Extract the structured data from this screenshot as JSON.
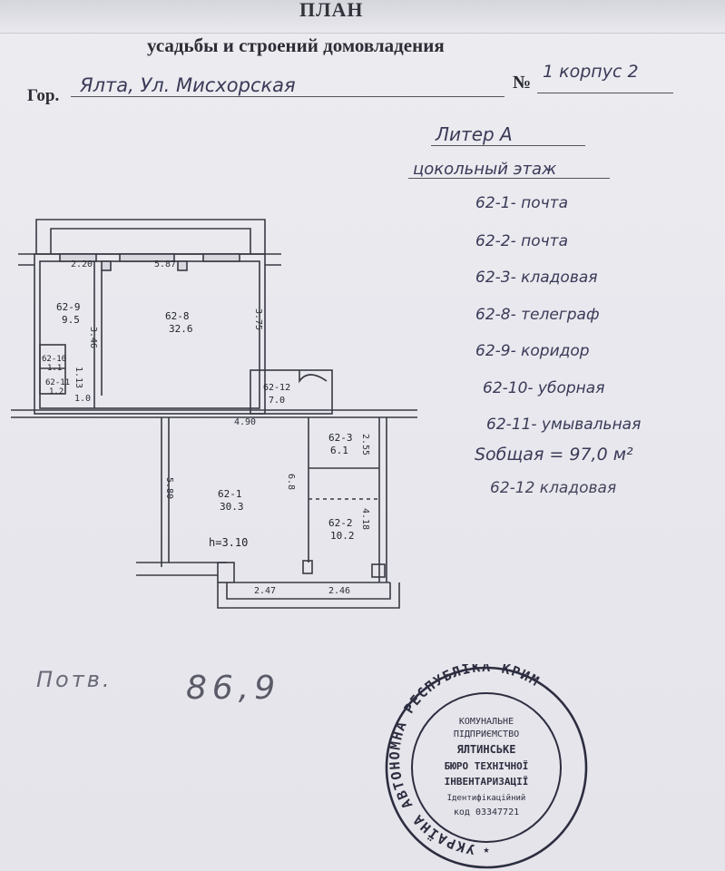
{
  "header": {
    "title": "ПЛАН",
    "subtitle": "усадьбы и строений домовладения",
    "city_label": "Гор.",
    "address": "Ялта, Ул. Мисхорская",
    "number_sign": "№",
    "number": "1 корпус 2"
  },
  "legend": {
    "liter": "Литер А",
    "floor": "цокольный этаж",
    "rooms": [
      "62-1- почта",
      "62-2- почта",
      "62-3- кладовая",
      "62-8- телеграф",
      "62-9- коридор",
      "62-10- уборная",
      "62-11- умывальная"
    ],
    "total": "Sобщая = 97,0 м²",
    "extra": "62-12 кладовая"
  },
  "plan": {
    "rooms": [
      {
        "id": "62-9",
        "area": "9.5"
      },
      {
        "id": "62-8",
        "area": "32.6"
      },
      {
        "id": "62-10",
        "area": "1.1"
      },
      {
        "id": "62-11",
        "area": "1.2"
      },
      {
        "id": "62-12",
        "area": "7.0"
      },
      {
        "id": "62-3",
        "area": "6.1"
      },
      {
        "id": "62-1",
        "area": "30.3"
      },
      {
        "id": "62-2",
        "area": "10.2"
      }
    ],
    "dimensions": [
      "2.20",
      "5.87",
      "3.46",
      "3.75",
      "1.0",
      "1.13",
      "4.90",
      "2.55",
      "5.80",
      "6.8",
      "4.18",
      "2.47",
      "2.46"
    ],
    "height": "h=3.10"
  },
  "pencil_note": {
    "label": "Потв.",
    "value": "86,9"
  },
  "stamp": {
    "ring": "УКРАЇНА АВТОНОМНА РЕСПУБЛІКА КРИМ",
    "line1": "КОМУНАЛЬНЕ",
    "line2": "ПІДПРИЄМСТВО",
    "line3": "ЯЛТИНСЬКЕ",
    "line4": "БЮРО ТЕХНІЧНОЇ",
    "line5": "ІНВЕНТАРИЗАЦІЇ",
    "line6": "Ідентифікаційний",
    "line7": "код 03347721"
  }
}
